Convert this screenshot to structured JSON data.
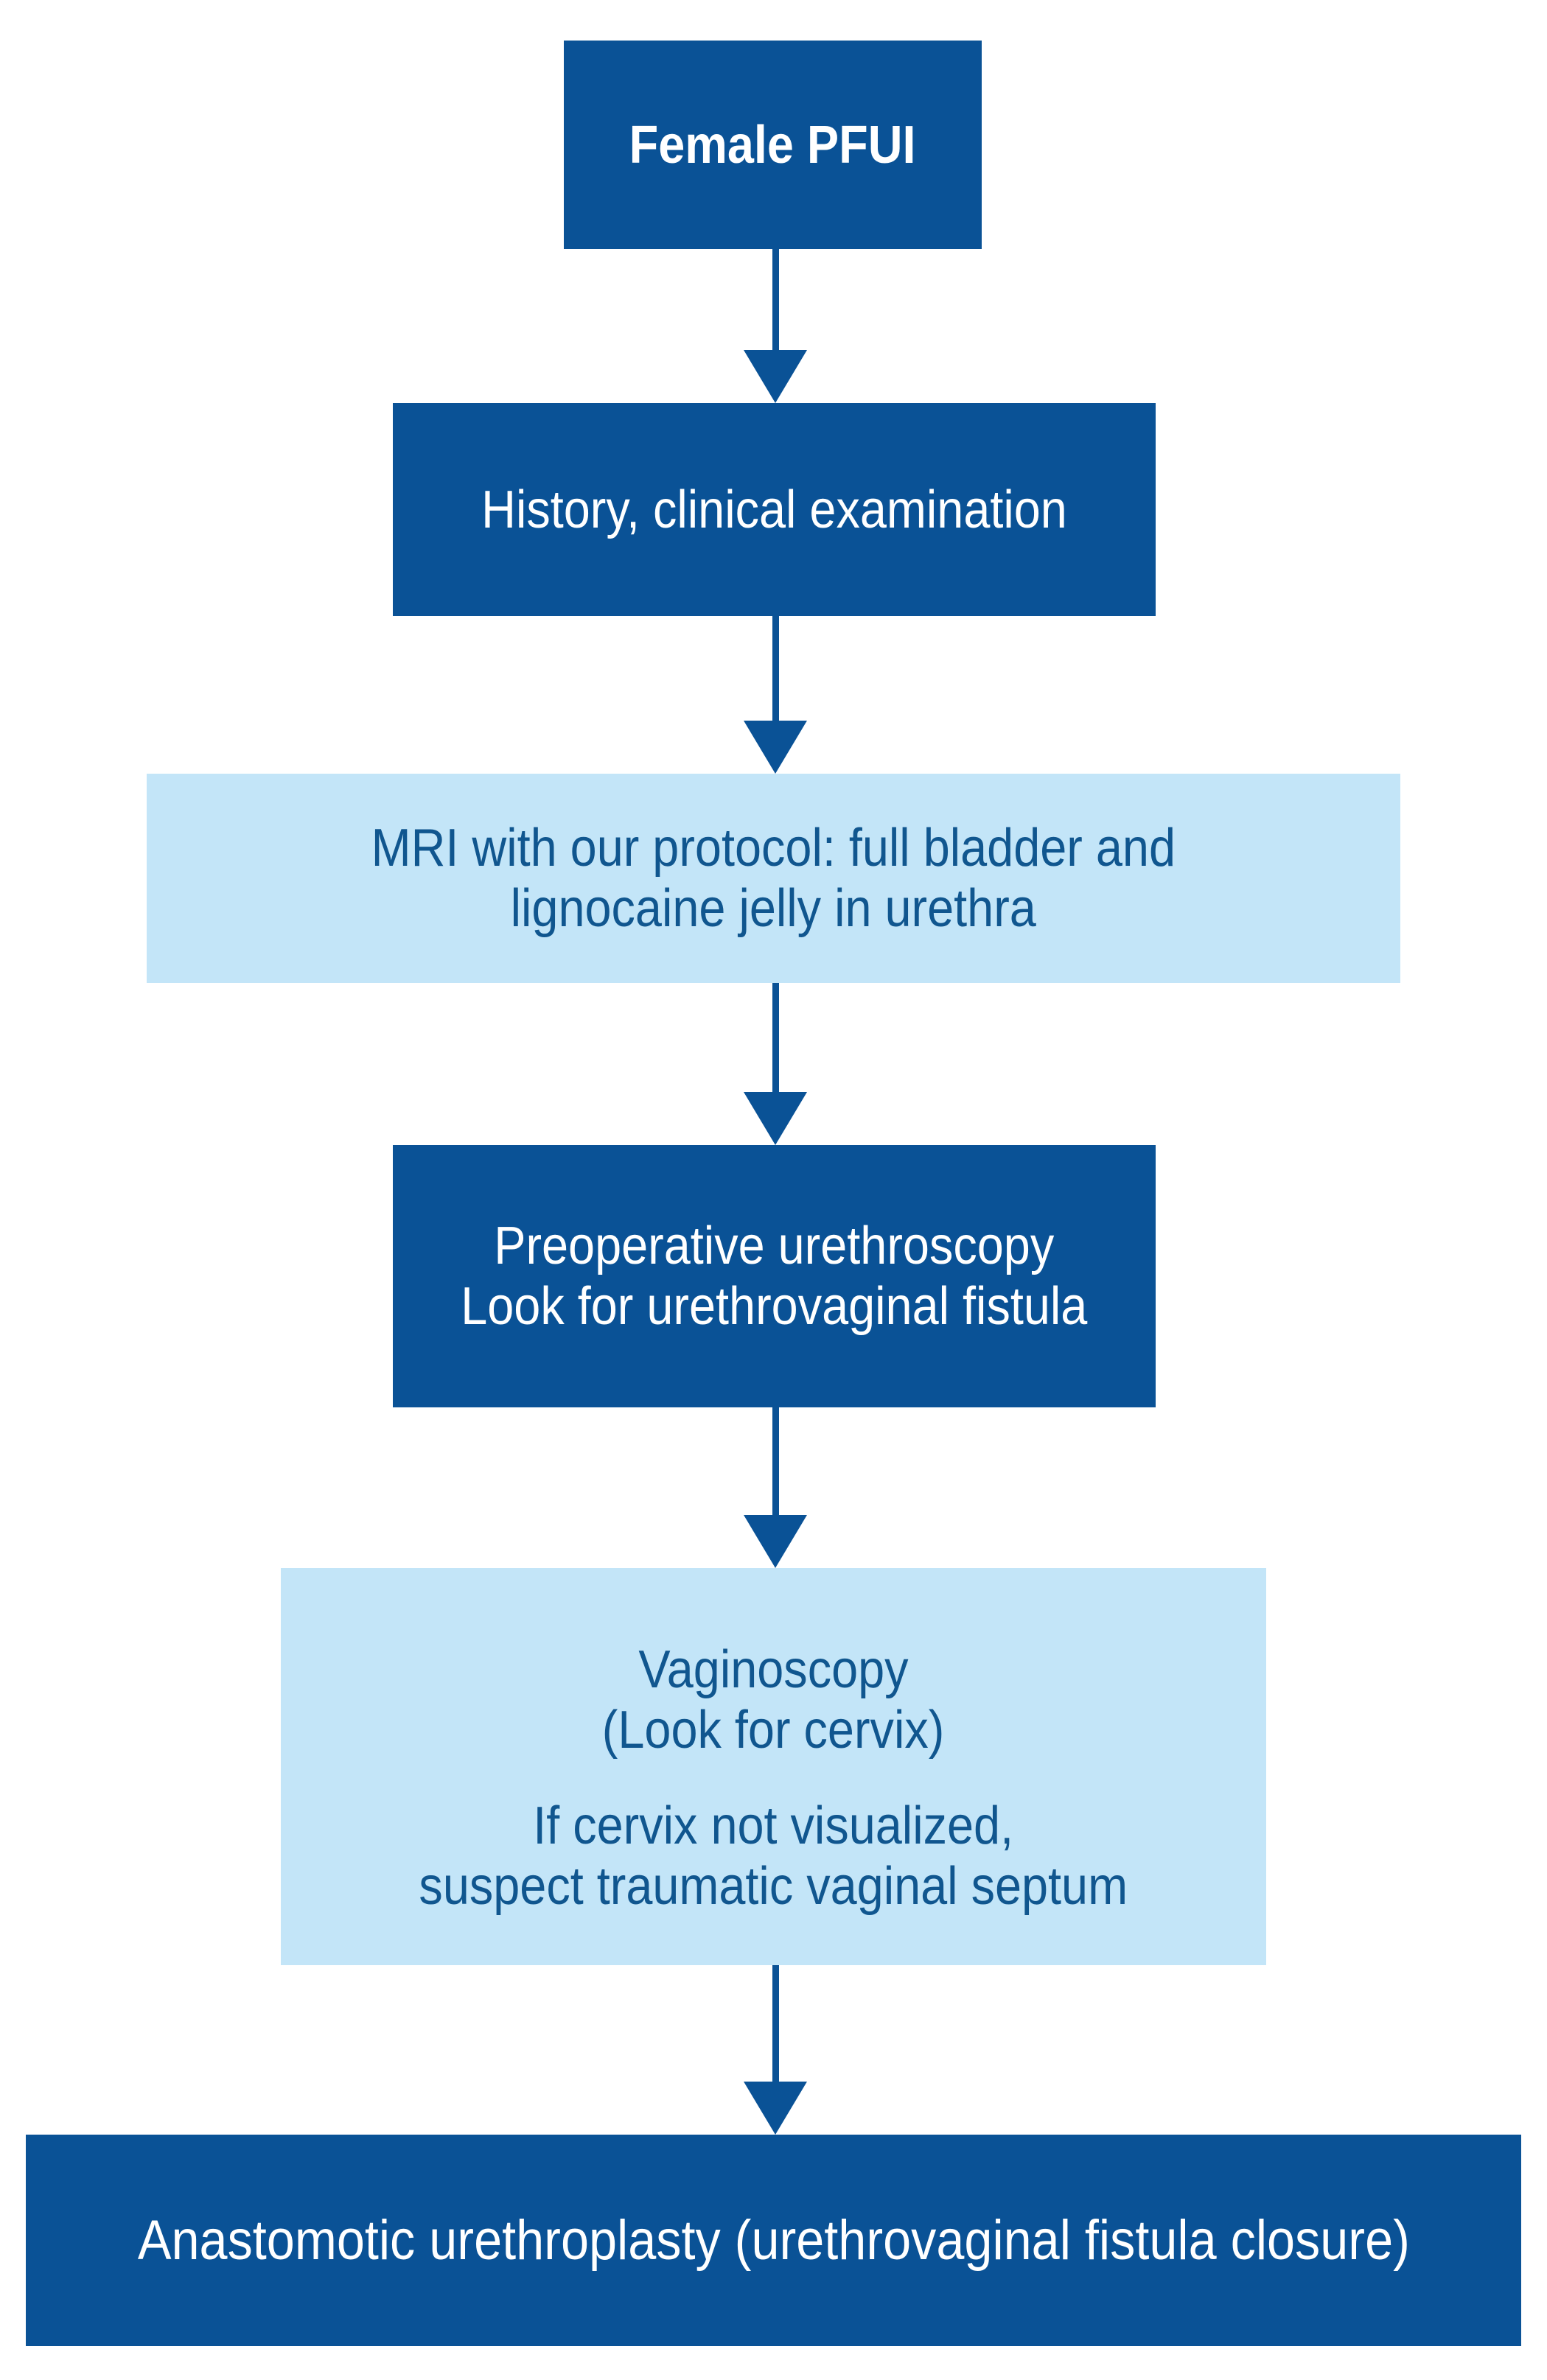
{
  "colors": {
    "node_dark": "#0a5296",
    "node_light": "#c3e5f8",
    "text_on_dark": "#ffffff",
    "text_on_light": "#10568f",
    "arrow": "#0a5296",
    "background": "#ffffff"
  },
  "nodes": {
    "female_pfui": {
      "label": "Female PFUI"
    },
    "history": {
      "label": "History, clinical examination"
    },
    "mri": {
      "line1": "MRI with our protocol: full bladder and",
      "line2": "lignocaine jelly in urethra"
    },
    "urethroscopy": {
      "line1": "Preoperative urethroscopy",
      "line2": "Look for urethrovaginal fistula"
    },
    "vaginoscopy": {
      "line1": "Vaginoscopy",
      "line2": "(Look for cervix)",
      "line3": "If cervix not visualized,",
      "line4": "suspect traumatic vaginal septum"
    },
    "urethroplasty": {
      "label": "Anastomotic urethroplasty (urethrovaginal fistula closure)"
    }
  }
}
